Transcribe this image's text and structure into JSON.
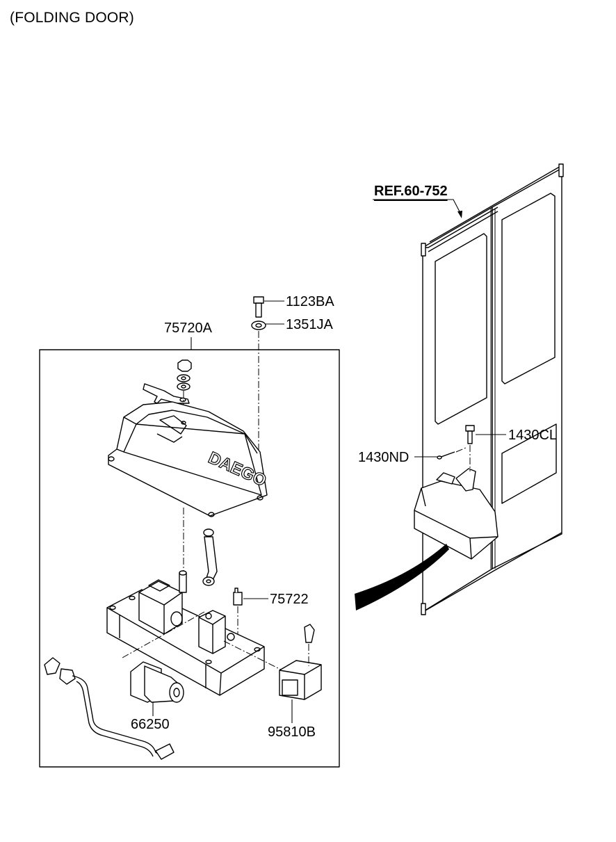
{
  "title": "(FOLDING DOOR)",
  "ref": "REF.60-752",
  "logo": "DAEGO",
  "parts": [
    {
      "id": "p-1123ba",
      "label": "1123BA"
    },
    {
      "id": "p-1351ja",
      "label": "1351JA"
    },
    {
      "id": "p-75720a",
      "label": "75720A"
    },
    {
      "id": "p-1430cl",
      "label": "1430CL"
    },
    {
      "id": "p-1430nd",
      "label": "1430ND"
    },
    {
      "id": "p-75722",
      "label": "75722"
    },
    {
      "id": "p-66250",
      "label": "66250"
    },
    {
      "id": "p-95810b",
      "label": "95810B"
    }
  ]
}
